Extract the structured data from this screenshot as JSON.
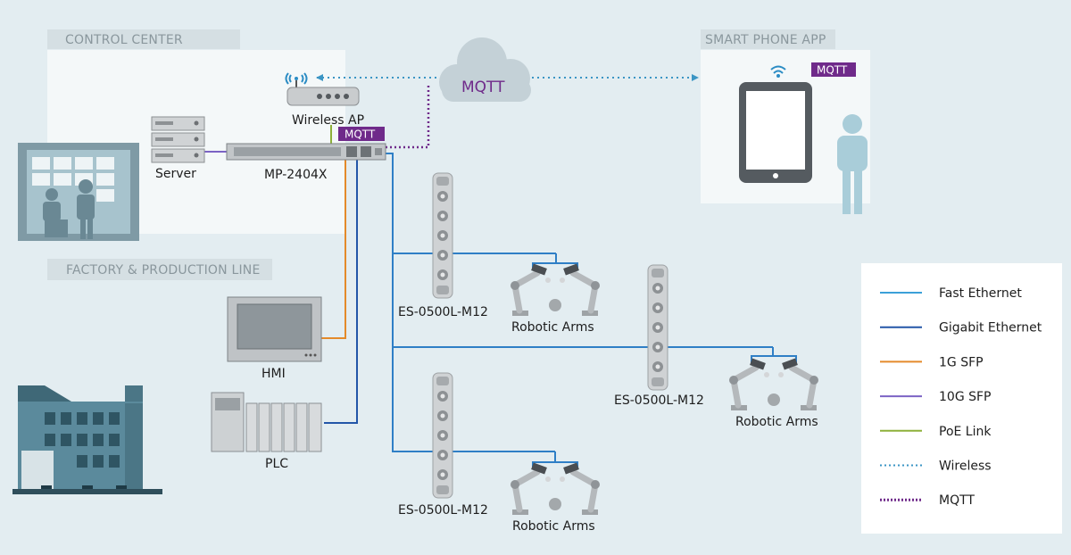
{
  "sections": {
    "control_center": "CONTROL CENTER",
    "smart_phone_app": "SMART PHONE APP",
    "factory": "FACTORY & PRODUCTION LINE"
  },
  "devices": {
    "wireless_ap": "Wireless AP",
    "server": "Server",
    "core_switch": "MP-2404X",
    "hmi": "HMI",
    "plc": "PLC",
    "switch_1": "ES-0500L-M12",
    "switch_2": "ES-0500L-M12",
    "switch_3": "ES-0500L-M12",
    "robot_1": "Robotic Arms",
    "robot_2": "Robotic Arms",
    "robot_3": "Robotic Arms"
  },
  "cloud_label": "MQTT",
  "badges": {
    "switch_mqtt": "MQTT",
    "phone_mqtt": "MQTT"
  },
  "legend": [
    {
      "label": "Fast Ethernet",
      "color": "#3ba0d8",
      "style": "solid"
    },
    {
      "label": "Gigabit Ethernet",
      "color": "#2356a8",
      "style": "solid"
    },
    {
      "label": "1G SFP",
      "color": "#e48a2a",
      "style": "solid"
    },
    {
      "label": "10G SFP",
      "color": "#7b63c4",
      "style": "solid"
    },
    {
      "label": "PoE Link",
      "color": "#8db03a",
      "style": "solid"
    },
    {
      "label": "Wireless",
      "color": "#3b95c4",
      "style": "dotted"
    },
    {
      "label": "MQTT",
      "color": "#6f2a8a",
      "style": "dotted"
    }
  ],
  "colors": {
    "background": "#e3edf1",
    "panel": "#f4f8f9",
    "mqtt_badge": "#6f2a8a",
    "building": "#5b8a9c",
    "person": "#a9cdd9"
  },
  "icons": [
    "wifi-icon",
    "router-icon",
    "server-icon",
    "switch-icon",
    "cloud-icon",
    "tablet-icon",
    "person-icon",
    "hmi-icon",
    "plc-icon",
    "robotic-arm-icon",
    "factory-building-icon",
    "operator-icon"
  ]
}
